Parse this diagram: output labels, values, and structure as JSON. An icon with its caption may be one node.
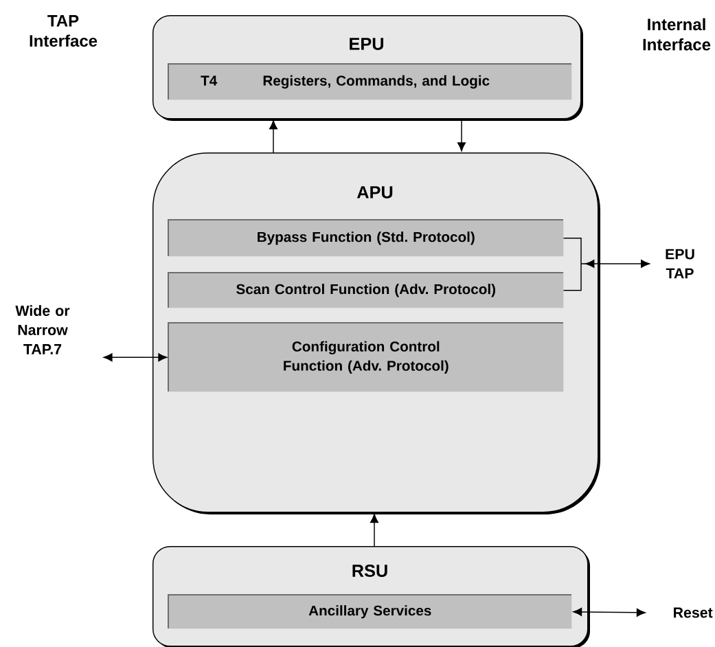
{
  "diagram": {
    "nodes": [
      {
        "text": [
          "EPU"
        ]
      },
      {
        "text": [
          "T4",
          "Registers, Commands, and Logic"
        ],
        "in": 0
      },
      {
        "text": [
          "APU"
        ]
      },
      {
        "text": [
          "Bypass Function (Std. Protocol)"
        ],
        "in": 2
      },
      {
        "text": [
          "Scan Control Function (Adv. Protocol)"
        ],
        "in": 2
      },
      {
        "text": [
          "Configuration Control Function (Adv. Protocol)"
        ],
        "in": 2
      },
      {
        "text": [
          "RSU"
        ]
      },
      {
        "text": [
          "Ancillary Services"
        ],
        "in": 6
      },
      {
        "text": [
          "EPU TAP"
        ]
      },
      {
        "text": [
          "Wide or Narrow TAP.7"
        ]
      },
      {
        "text": [
          "Reset"
        ]
      }
    ],
    "edges": [
      {
        "from": 2,
        "to": 0,
        "arrow": "to"
      },
      {
        "from": 0,
        "to": 2,
        "arrow": "to"
      },
      {
        "from": 6,
        "to": 2,
        "arrow": "to"
      },
      {
        "from": 3,
        "to": 8,
        "arrow": "to"
      },
      {
        "from": 4,
        "to": 8,
        "arrow": "to"
      },
      {
        "from": 9,
        "to": 5,
        "arrow": "both"
      },
      {
        "from": 10,
        "to": 7,
        "arrow": "both"
      }
    ],
    "labels": [
      "TAP Interface",
      "Internal Interface"
    ]
  }
}
